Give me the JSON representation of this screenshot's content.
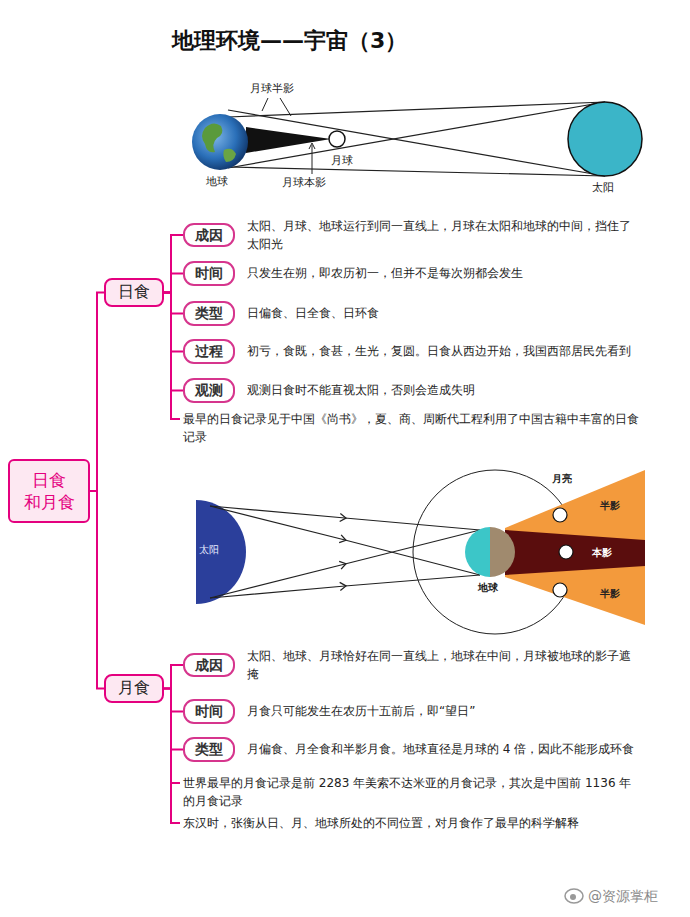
{
  "diagram": {
    "title": "地理环境——宇宙（3）",
    "nodes": [
      {
        "text": [
          "日食 和月食"
        ]
      },
      {
        "text": [
          "日食"
        ]
      },
      {
        "text": [
          "成因",
          "太阳、月球、地球运行到同一直线上，月球在太阳和地球的中间，挡住了太阳光"
        ]
      },
      {
        "text": [
          "时间",
          "只发生在朔，即农历初一，但并不是每次朔都会发生"
        ]
      },
      {
        "text": [
          "类型",
          "日偏食、日全食、日环食"
        ]
      },
      {
        "text": [
          "过程",
          "初亏，食既，食甚，生光，复圆。日食从西边开始，我国西部居民先看到"
        ]
      },
      {
        "text": [
          "观测",
          "观测日食时不能直视太阳，否则会造成失明"
        ]
      },
      {
        "text": [
          "月食"
        ]
      },
      {
        "text": [
          "成因",
          "太阳、地球、月球恰好在同一直线上，地球在中间，月球被地球的影子遮掩"
        ]
      },
      {
        "text": [
          "时间",
          "月食只可能发生在农历十五前后，即“望日”"
        ]
      },
      {
        "text": [
          "类型",
          "月偏食、月全食和半影月食。地球直径是月球的 4 倍，因此不能形成环食"
        ]
      }
    ],
    "edges": [
      {
        "from": 0,
        "to": 1,
        "arrow": "none"
      },
      {
        "from": 0,
        "to": 7,
        "arrow": "none"
      },
      {
        "from": 1,
        "to": 2,
        "arrow": "none"
      },
      {
        "from": 1,
        "to": 3,
        "arrow": "none"
      },
      {
        "from": 1,
        "to": 4,
        "arrow": "none"
      },
      {
        "from": 1,
        "to": 5,
        "arrow": "none"
      },
      {
        "from": 1,
        "to": 6,
        "arrow": "none"
      },
      {
        "from": 7,
        "to": 8,
        "arrow": "none"
      },
      {
        "from": 7,
        "to": 9,
        "arrow": "none"
      },
      {
        "from": 7,
        "to": 10,
        "arrow": "none"
      }
    ],
    "labels": [
      "月球半影",
      "月球",
      "月球本影",
      "地球",
      "太阳",
      "最早的日食记录见于中国《尚书》，夏、商、周断代工程利用了中国古籍中丰富的日食记录",
      "太阳",
      "地球",
      "月亮",
      "半影",
      "本影",
      "半影",
      "世界最早的月食记录是前 2283 年美索不达米亚的月食记录，其次是中国前 1136 年的月食记录",
      "东汉时，张衡从日、月、地球所处的不同位置，对月食作了最早的科学解释",
      "@资源掌柜"
    ]
  }
}
